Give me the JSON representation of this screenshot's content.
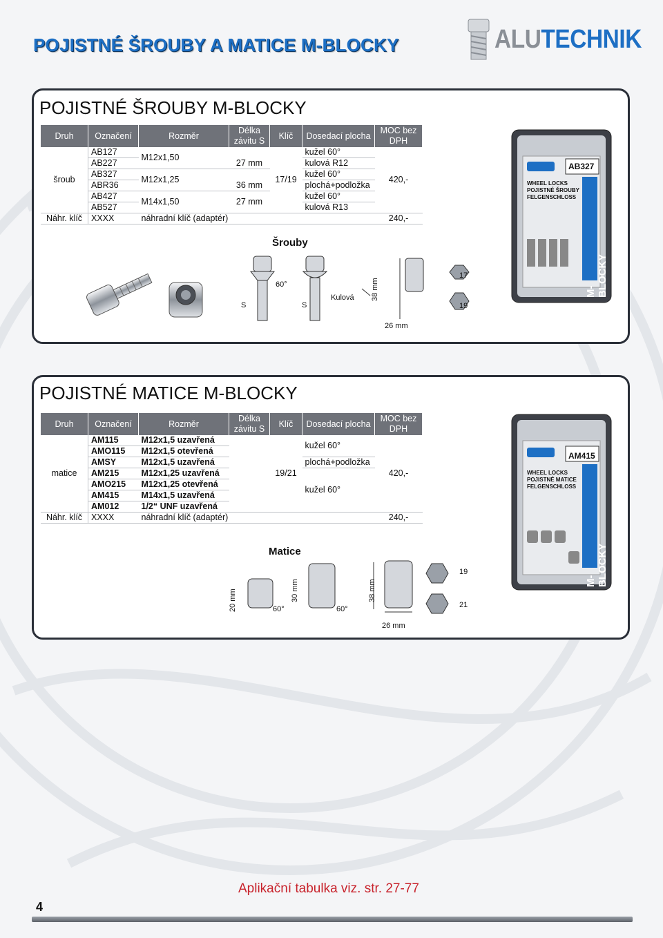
{
  "header": {
    "title": "POJISTNÉ ŠROUBY A MATICE M-BLOCKY",
    "logo_alu": "ALU",
    "logo_tech": "TECHNIK"
  },
  "columns": [
    "Druh",
    "Označení",
    "Rozměr",
    "Délka závitu S",
    "Klíč",
    "Dosedací plocha",
    "MOC bez DPH"
  ],
  "bolts": {
    "title": "POJISTNÉ ŠROUBY M-BLOCKY",
    "druh": "šroub",
    "key": "17/19",
    "price": "420,-",
    "rows": [
      {
        "code": "AB127",
        "size": "M12x1,50",
        "length": "27 mm",
        "seat": "kužel 60°"
      },
      {
        "code": "AB227",
        "size": "",
        "length": "",
        "seat": "kulová R12"
      },
      {
        "code": "AB327",
        "size": "M12x1,25",
        "length": "36 mm",
        "seat": "kužel 60°"
      },
      {
        "code": "ABR36",
        "size": "",
        "length": "",
        "seat": "plochá+podložka"
      },
      {
        "code": "AB427",
        "size": "M14x1,50",
        "length": "27 mm",
        "seat": "kužel 60°"
      },
      {
        "code": "AB527",
        "size": "",
        "length": "",
        "seat": "kulová R13"
      }
    ],
    "spare": {
      "druh": "Náhr. klíč",
      "code": "XXXX",
      "desc": "náhradní klíč (adaptér)",
      "price": "240,-"
    },
    "section_label": "Šrouby",
    "diagram": {
      "s1": "S",
      "angle": "60°",
      "s2": "S",
      "ball": "Kulová",
      "h": "38 mm",
      "w": "26 mm",
      "k1": "17",
      "k2": "19"
    },
    "box_label": "AB327",
    "box_lines": [
      "WHEEL LOCKS",
      "POJISTNÉ ŠROUBY",
      "FELGENSCHLOSS"
    ],
    "box_brand": "M-BLOCKY"
  },
  "nuts": {
    "title": "POJISTNÉ MATICE M-BLOCKY",
    "druh": "matice",
    "key": "19/21",
    "price": "420,-",
    "rows": [
      {
        "code": "AM115",
        "size": "M12x1,5 uzavřená"
      },
      {
        "code": "AMO115",
        "size": "M12x1,5 otevřená"
      },
      {
        "code": "AMSY",
        "size": "M12x1,5 uzavřená"
      },
      {
        "code": "AM215",
        "size": "M12x1,25 uzavřená"
      },
      {
        "code": "AMO215",
        "size": "M12x1,25 otevřená"
      },
      {
        "code": "AM415",
        "size": "M14x1,5 uzavřená"
      },
      {
        "code": "AM012",
        "size": "1/2“ UNF uzavřená"
      }
    ],
    "seat_a": "kužel 60°",
    "seat_b": "plochá+podložka",
    "seat_c": "kužel 60°",
    "spare": {
      "druh": "Náhr. klíč",
      "code": "XXXX",
      "desc": "náhradní klíč (adaptér)",
      "price": "240,-"
    },
    "section_label": "Matice",
    "diagram": {
      "h1": "20 mm",
      "a1": "60°",
      "h2": "30 mm",
      "a2": "60°",
      "h3": "38 mm",
      "w": "26 mm",
      "k1": "19",
      "k2": "21"
    },
    "box_label": "AM415",
    "box_lines": [
      "WHEEL LOCKS",
      "POJISTNÉ MATICE",
      "FELGENSCHLOSS"
    ],
    "box_brand": "M-BLOCKY"
  },
  "footer": {
    "note": "Aplikační tabulka viz. str. 27-77",
    "page": "4"
  }
}
